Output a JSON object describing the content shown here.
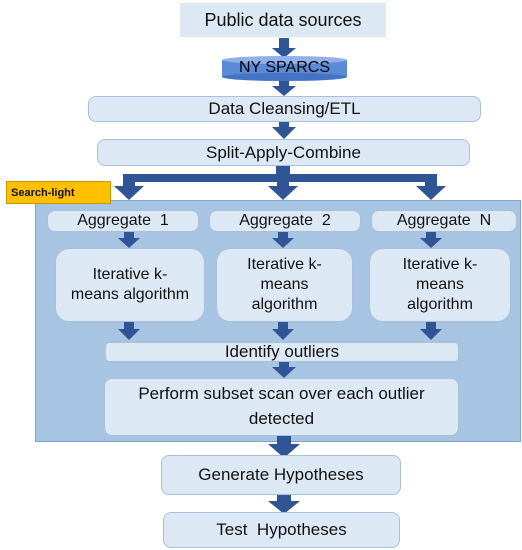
{
  "nodes": {
    "public_data_sources": "Public data sources",
    "ny_sparcs": "NY SPARCS",
    "data_cleansing": "Data Cleansing/ETL",
    "split_apply_combine": "Split-Apply-Combine",
    "search_light": "Search-light",
    "aggregate_1": "Aggregate  1",
    "aggregate_2": "Aggregate  2",
    "aggregate_n": "Aggregate  N",
    "kmeans_1": "Iterative k-means algorithm",
    "kmeans_2": "Iterative k-means algorithm",
    "kmeans_n": "Iterative k-means algorithm",
    "identify_outliers": "Identify outliers",
    "subset_scan": "Perform subset scan over each outlier detected",
    "generate_hypotheses": "Generate Hypotheses",
    "test_hypotheses": "Test  Hypotheses"
  },
  "colors": {
    "arrow": "#2f5597",
    "box_fill": "#dde8f5",
    "panel_fill": "#a8c4e3",
    "tag_fill": "#ffc000",
    "db_fill": "#4472c4"
  }
}
